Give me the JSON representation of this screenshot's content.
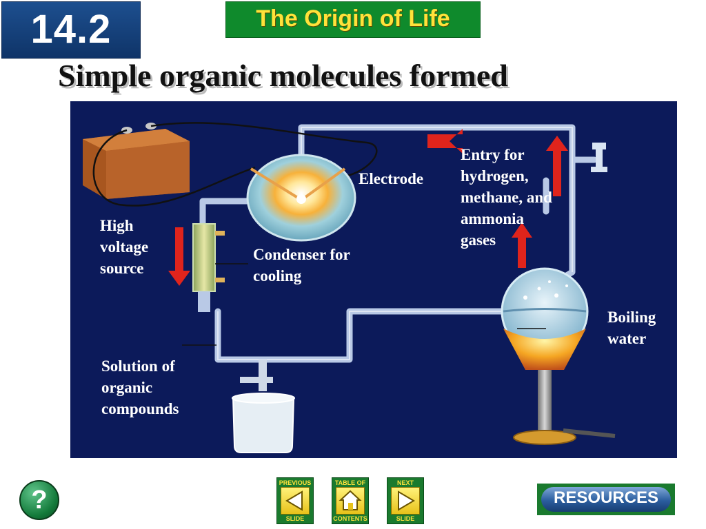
{
  "header": {
    "section_number": "14.2",
    "chapter_title": "The Origin of Life",
    "slide_title": "Simple organic molecules formed"
  },
  "diagram": {
    "labels": {
      "electrode": "Electrode",
      "entry_gases": [
        "Entry for",
        "hydrogen,",
        "methane, and",
        "ammonia",
        "gases"
      ],
      "high_voltage": [
        "High",
        "voltage",
        "source"
      ],
      "condenser": [
        "Condenser for",
        "cooling"
      ],
      "boiling_water": [
        "Boiling",
        "water"
      ],
      "solution": [
        "Solution of",
        "organic",
        "compounds"
      ]
    },
    "colors": {
      "background": "#0c1a5a",
      "arrow": "#e0241c",
      "tube": "#b9c9e6",
      "battery": "#b8632a"
    }
  },
  "footer": {
    "help_label": "?",
    "previous": {
      "top": "PREVIOUS",
      "bottom": "SLIDE",
      "icon": "left-triangle-icon"
    },
    "contents": {
      "top": "TABLE OF",
      "bottom": "CONTENTS",
      "icon": "house-icon"
    },
    "next": {
      "top": "NEXT",
      "bottom": "SLIDE",
      "icon": "right-triangle-icon"
    },
    "resources_label": "RESOURCES"
  }
}
